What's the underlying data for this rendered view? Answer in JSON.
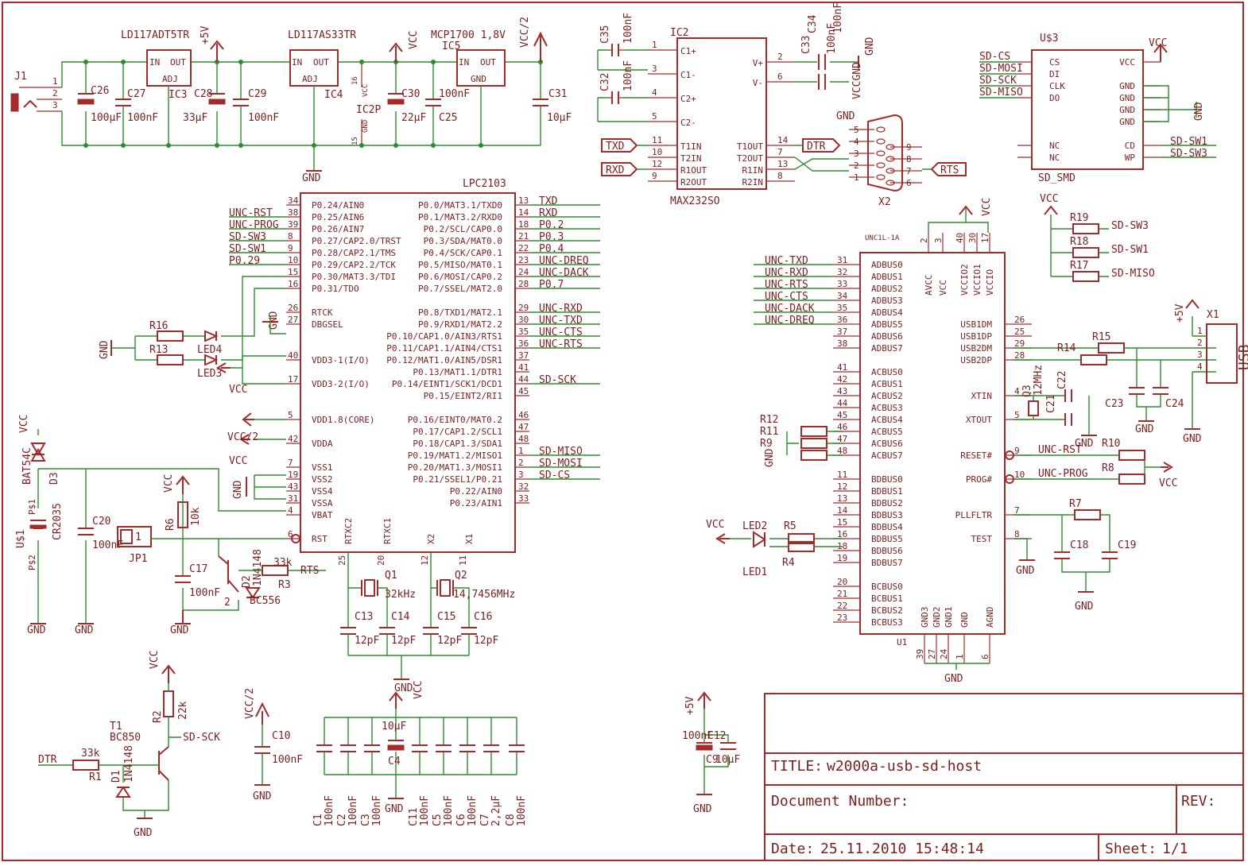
{
  "title_block": {
    "title_label": "TITLE:",
    "title_value": "w2000a-usb-sd-host",
    "doc_number_label": "Document Number:",
    "rev_label": "REV:",
    "date_label": "Date:",
    "date_value": "25.11.2010 15:48:14",
    "sheet_label": "Sheet:",
    "sheet_value": "1/1"
  },
  "regulators": {
    "ic3_name": "LD117ADT5TR",
    "ic3_ref": "IC3",
    "ic4_name": "LD117AS33TR",
    "ic4_ref": "IC4",
    "ic5_name": "MCP1700 1,8V",
    "ic5_ref": "IC5",
    "ic2p_ref": "IC2P",
    "pin_in": "IN",
    "pin_out": "OUT",
    "pin_adj": "ADJ",
    "pin_gnd": "GND",
    "p16": "16",
    "p15": "15",
    "p16_name": "VCC",
    "p15_name": "GND"
  },
  "j1": {
    "ref": "J1",
    "p1": "1",
    "p2": "2",
    "p3": "3"
  },
  "caps_top": {
    "c26": "C26",
    "c26v": "100µF",
    "c27": "C27",
    "c27v": "100nF",
    "c28": "C28",
    "c28v": "33µF",
    "c29": "C29",
    "c29v": "100nF",
    "c30": "C30",
    "c30v": "22µF",
    "c25": "C25",
    "c25v": "100nF",
    "c31": "C31",
    "c31v": "10µF"
  },
  "supply": {
    "vcc": "VCC",
    "p5v": "+5V",
    "vcc2": "VCC/2",
    "gnd": "GND",
    "vccgnd": "VCCGND"
  },
  "max232": {
    "ref": "IC2",
    "name": "MAX232SO",
    "left_pins": [
      {
        "num": "1",
        "name": "C1+"
      },
      {
        "num": "3",
        "name": "C1-"
      },
      {
        "num": "4",
        "name": "C2+"
      },
      {
        "num": "5",
        "name": "C2-"
      },
      {
        "num": "11",
        "name": "T1IN"
      },
      {
        "num": "10",
        "name": "T2IN"
      },
      {
        "num": "12",
        "name": "R1OUT"
      },
      {
        "num": "9",
        "name": "R2OUT"
      }
    ],
    "right_pins": [
      {
        "num": "2",
        "name": "V+"
      },
      {
        "num": "6",
        "name": "V-"
      },
      {
        "num": "14",
        "name": "T1OUT"
      },
      {
        "num": "7",
        "name": "T2OUT"
      },
      {
        "num": "13",
        "name": "R1IN"
      },
      {
        "num": "8",
        "name": "R2IN"
      }
    ],
    "c35": "C35",
    "c35v": "100nF",
    "c32": "C32",
    "c32v": "100nF",
    "c33": "C33",
    "c33v": "100nF",
    "c34": "C34",
    "c34v": "100nF",
    "txd": "TXD",
    "rxd": "RXD",
    "dtr": "DTR",
    "rts": "RTS"
  },
  "x2": {
    "ref": "X2",
    "pins": [
      "5",
      "4",
      "3",
      "2",
      "1",
      "9",
      "8",
      "7",
      "6"
    ]
  },
  "sd": {
    "ref": "U$3",
    "name": "SD_SMD",
    "left_pins": [
      "CS",
      "DI",
      "CLK",
      "DO",
      "NC",
      "NC"
    ],
    "right_pins": [
      "VCC",
      "GND",
      "GND",
      "GND",
      "GND",
      "CD",
      "WP"
    ],
    "nets_left": [
      "SD-CS",
      "SD-MOSI",
      "SD-SCK",
      "SD-MISO"
    ],
    "nets_right": [
      "SD-SW1",
      "SD-SW3"
    ]
  },
  "lpc": {
    "name": "LPC2103",
    "left_pins": [
      {
        "num": "34",
        "name": "P0.24/AIN0",
        "net": ""
      },
      {
        "num": "38",
        "name": "P0.25/AIN6",
        "net": "UNC-RST"
      },
      {
        "num": "39",
        "name": "P0.26/AIN7",
        "net": "UNC-PROG"
      },
      {
        "num": "8",
        "name": "P0.27/CAP2.0/TRST",
        "net": "SD-SW3"
      },
      {
        "num": "9",
        "name": "P0.28/CAP2.1/TMS",
        "net": "SD-SW1"
      },
      {
        "num": "10",
        "name": "P0.29/CAP2.2/TCK",
        "net": "P0.29"
      },
      {
        "num": "15",
        "name": "P0.30/MAT3.3/TDI",
        "net": ""
      },
      {
        "num": "16",
        "name": "P0.31/TDO",
        "net": ""
      },
      {
        "num": "26",
        "name": "RTCK",
        "net": ""
      },
      {
        "num": "27",
        "name": "DBGSEL",
        "net": ""
      },
      {
        "num": "40",
        "name": "VDD3-1(I/O)",
        "net": ""
      },
      {
        "num": "17",
        "name": "VDD3-2(I/O)",
        "net": ""
      },
      {
        "num": "5",
        "name": "VDD1.8(CORE)",
        "net": ""
      },
      {
        "num": "42",
        "name": "VDDA",
        "net": ""
      },
      {
        "num": "7",
        "name": "VSS1",
        "net": ""
      },
      {
        "num": "19",
        "name": "VSS2",
        "net": ""
      },
      {
        "num": "43",
        "name": "VSS4",
        "net": ""
      },
      {
        "num": "31",
        "name": "VSSA",
        "net": ""
      },
      {
        "num": "4",
        "name": "VBAT",
        "net": ""
      },
      {
        "num": "6",
        "name": "RST",
        "net": ""
      }
    ],
    "right_pins": [
      {
        "num": "13",
        "name": "P0.0/MAT3.1/TXD0",
        "net": "TXD"
      },
      {
        "num": "14",
        "name": "P0.1/MAT3.2/RXD0",
        "net": "RXD"
      },
      {
        "num": "18",
        "name": "P0.2/SCL/CAP0.0",
        "net": "P0.2"
      },
      {
        "num": "21",
        "name": "P0.3/SDA/MAT0.0",
        "net": "P0.3"
      },
      {
        "num": "22",
        "name": "P0.4/SCK/CAP0.1",
        "net": "P0.4"
      },
      {
        "num": "23",
        "name": "P0.5/MISO/MAT0.1",
        "net": "UNC-DREQ"
      },
      {
        "num": "24",
        "name": "P0.6/MOSI/CAP0.2",
        "net": "UNC-DACK"
      },
      {
        "num": "28",
        "name": "P0.7/SSEL/MAT2.0",
        "net": "P0.7"
      },
      {
        "num": "29",
        "name": "P0.8/TXD1/MAT2.1",
        "net": "UNC-RXD"
      },
      {
        "num": "30",
        "name": "P0.9/RXD1/MAT2.2",
        "net": "UNC-TXD"
      },
      {
        "num": "35",
        "name": "P0.10/CAP1.0/AIN3/RTS1",
        "net": "UNC-CTS"
      },
      {
        "num": "36",
        "name": "P0.11/CAP1.1/AIN4/CTS1",
        "net": "UNC-RTS"
      },
      {
        "num": "37",
        "name": "P0.12/MAT1.0/AIN5/DSR1",
        "net": ""
      },
      {
        "num": "41",
        "name": "P0.13/MAT1.1/DTR1",
        "net": ""
      },
      {
        "num": "44",
        "name": "P0.14/EINT1/SCK1/DCD1",
        "net": "SD-SCK"
      },
      {
        "num": "45",
        "name": "P0.15/EINT2/RI1",
        "net": ""
      },
      {
        "num": "46",
        "name": "P0.16/EINT0/MAT0.2",
        "net": ""
      },
      {
        "num": "47",
        "name": "P0.17/CAP1.2/SCL1",
        "net": ""
      },
      {
        "num": "48",
        "name": "P0.18/CAP1.3/SDA1",
        "net": ""
      },
      {
        "num": "1",
        "name": "P0.19/MAT1.2/MISO1",
        "net": "SD-MISO"
      },
      {
        "num": "2",
        "name": "P0.20/MAT1.3/MOSI1",
        "net": "SD-MOSI"
      },
      {
        "num": "3",
        "name": "P0.21/SSEL1/P0.21",
        "net": "SD-CS"
      },
      {
        "num": "32",
        "name": "P0.22/AIN0",
        "net": ""
      },
      {
        "num": "33",
        "name": "P0.23/AIN1",
        "net": ""
      }
    ],
    "bottom_pins": [
      {
        "num": "25",
        "name": "RTXC2"
      },
      {
        "num": "20",
        "name": "RTXC1"
      },
      {
        "num": "12",
        "name": "X2"
      },
      {
        "num": "11",
        "name": "X1"
      }
    ]
  },
  "lpc_periph": {
    "r16": "R16",
    "r13": "R13",
    "led4": "LED4",
    "led3": "LED3",
    "d3": "D3",
    "d3v": "BAT54C",
    "u1": "U$1",
    "u1v": "CR2035",
    "p1": "P$1",
    "p2": "P$2",
    "c20": "C20",
    "c20v": "100nF",
    "jp1": "JP1",
    "jp1p": "1",
    "r6": "R6",
    "r6v": "10k",
    "c17": "C17",
    "c17v": "100nF",
    "t2": "2",
    "d2": "D2",
    "d2v": "1N4148",
    "bc": "BC556",
    "r3": "R3",
    "r3v": "33k",
    "rts": "RTS",
    "q1": "Q1",
    "q1v": "32kHz",
    "q2": "Q2",
    "q2v": "14,7456MHz",
    "c13": "C13",
    "c14": "C14",
    "c15": "C15",
    "c16": "C16",
    "cpf": "12pF"
  },
  "ft": {
    "ref": "U1",
    "name": "UNC1L-1A",
    "top_pins": [
      {
        "num": "2",
        "name": "AVCC"
      },
      {
        "num": "3",
        "name": "VCC"
      },
      {
        "num": "40",
        "name": "VCCIO2"
      },
      {
        "num": "30",
        "name": "VCCIO1"
      },
      {
        "num": "17",
        "name": "VCCIO"
      }
    ],
    "left_pins": [
      {
        "num": "31",
        "name": "ADBUS0",
        "net": "UNC-TXD"
      },
      {
        "num": "32",
        "name": "ADBUS1",
        "net": "UNC-RXD"
      },
      {
        "num": "33",
        "name": "ADBUS2",
        "net": "UNC-RTS"
      },
      {
        "num": "34",
        "name": "ADBUS3",
        "net": "UNC-CTS"
      },
      {
        "num": "35",
        "name": "ADBUS4",
        "net": "UNC-DACK"
      },
      {
        "num": "36",
        "name": "ADBUS5",
        "net": "UNC-DREQ"
      },
      {
        "num": "37",
        "name": "ADBUS6",
        "net": ""
      },
      {
        "num": "38",
        "name": "ADBUS7",
        "net": ""
      },
      {
        "num": "41",
        "name": "ACBUS0",
        "net": ""
      },
      {
        "num": "42",
        "name": "ACBUS1",
        "net": ""
      },
      {
        "num": "43",
        "name": "ACBUS2",
        "net": ""
      },
      {
        "num": "44",
        "name": "ACBUS3",
        "net": ""
      },
      {
        "num": "45",
        "name": "ACBUS4",
        "net": ""
      },
      {
        "num": "46",
        "name": "ACBUS5",
        "net": ""
      },
      {
        "num": "47",
        "name": "ACBUS6",
        "net": ""
      },
      {
        "num": "48",
        "name": "ACBUS7",
        "net": ""
      },
      {
        "num": "11",
        "name": "BDBUS0",
        "net": ""
      },
      {
        "num": "12",
        "name": "BDBUS1",
        "net": ""
      },
      {
        "num": "13",
        "name": "BDBUS2",
        "net": ""
      },
      {
        "num": "14",
        "name": "BDBUS3",
        "net": ""
      },
      {
        "num": "15",
        "name": "BDBUS4",
        "net": ""
      },
      {
        "num": "16",
        "name": "BDBUS5",
        "net": ""
      },
      {
        "num": "18",
        "name": "BDBUS6",
        "net": ""
      },
      {
        "num": "19",
        "name": "BDBUS7",
        "net": ""
      },
      {
        "num": "20",
        "name": "BCBUS0",
        "net": ""
      },
      {
        "num": "21",
        "name": "BCBUS1",
        "net": ""
      },
      {
        "num": "22",
        "name": "BCBUS2",
        "net": ""
      },
      {
        "num": "23",
        "name": "BCBUS3",
        "net": ""
      }
    ],
    "right_pins": [
      {
        "num": "26",
        "name": "USB1DM"
      },
      {
        "num": "25",
        "name": "USB1DP"
      },
      {
        "num": "29",
        "name": "USB2DM"
      },
      {
        "num": "28",
        "name": "USB2DP"
      },
      {
        "num": "4",
        "name": "XTIN"
      },
      {
        "num": "5",
        "name": "XTOUT"
      },
      {
        "num": "9",
        "name": "RESET#"
      },
      {
        "num": "10",
        "name": "PROG#"
      },
      {
        "num": "7",
        "name": "PLLFLTR"
      },
      {
        "num": "8",
        "name": "TEST"
      }
    ],
    "bottom_pins": [
      {
        "num": "39",
        "name": "GND3"
      },
      {
        "num": "27",
        "name": "GND2"
      },
      {
        "num": "24",
        "name": "GND1"
      },
      {
        "num": "1",
        "name": "GND"
      },
      {
        "num": "6",
        "name": "AGND"
      }
    ]
  },
  "ft_periph": {
    "r12": "R12",
    "r11": "R11",
    "r9": "R9",
    "led2": "LED2",
    "led1": "LED1",
    "r5": "R5",
    "r4": "R4",
    "r10": "R10",
    "r8": "R8",
    "unc_rst": "UNC-RST",
    "unc_prog": "UNC-PROG",
    "r7": "R7",
    "c18": "C18",
    "c19": "C19",
    "q3": "Q3",
    "q3v": "12MHz",
    "c21": "C21",
    "c22": "C22",
    "r14": "R14",
    "r15": "R15",
    "c23": "C23",
    "c24": "C24",
    "x1": "X1",
    "usb": "USB",
    "x1p": [
      "1",
      "2",
      "3",
      "4"
    ],
    "r19": "R19",
    "r18": "R18",
    "r17": "R17",
    "sd_sw3": "SD-SW3",
    "sd_sw1": "SD-SW1",
    "sd_miso": "SD-MISO"
  },
  "bottom_left": {
    "t1": "T1",
    "t1v": "BC850",
    "r2": "R2",
    "r2v": "22k",
    "sd_sck": "SD-SCK",
    "dtr": "DTR",
    "r1": "R1",
    "r1v": "33k",
    "d1": "D1",
    "d1v": "1N4148"
  },
  "decoupling": {
    "c10": "C10",
    "c10v": "100nF",
    "c4": "C4",
    "c4v": "10µF",
    "caps": [
      {
        "ref": "C1",
        "val": "100nF"
      },
      {
        "ref": "C2",
        "val": "100nF"
      },
      {
        "ref": "C3",
        "val": "100nF"
      },
      {
        "ref": "C11",
        "val": "100nF"
      },
      {
        "ref": "C5",
        "val": "100nF"
      },
      {
        "ref": "C6",
        "val": "100nF"
      },
      {
        "ref": "C7",
        "val": "2,2µF"
      },
      {
        "ref": "C8",
        "val": "100nF"
      }
    ],
    "c9": "C9",
    "c9v": "100nF",
    "c12": "C12",
    "c12v": "10µF"
  }
}
